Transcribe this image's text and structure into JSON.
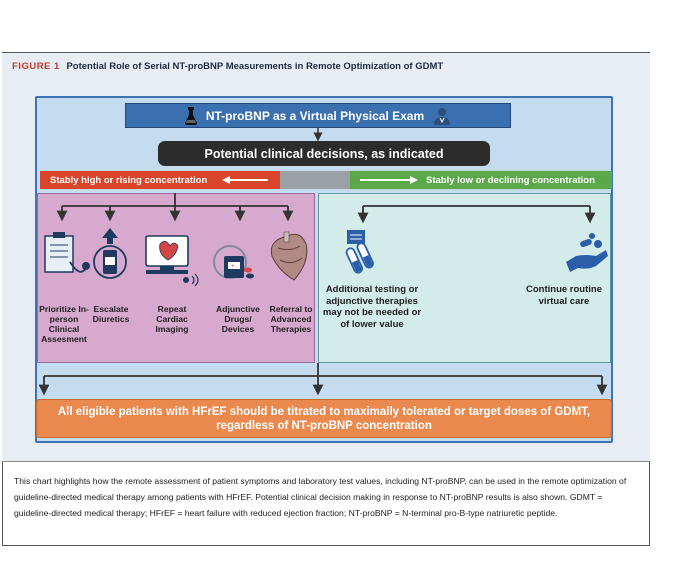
{
  "figure": {
    "label": "FIGURE 1",
    "title": "Potential Role of Serial NT-proBNP Measurements in Remote Optimization of GDMT"
  },
  "banner": {
    "text": "NT-proBNP as a Virtual Physical Exam"
  },
  "decisions": {
    "text": "Potential clinical decisions, as indicated"
  },
  "bars": {
    "high": "Stably high or rising concentration",
    "low": "Stably low or declining concentration"
  },
  "left_actions": [
    {
      "label": "Prioritize In-person Clinical Assesment",
      "icon": "clipboard-stethoscope-icon"
    },
    {
      "label": "Escalate Diuretics",
      "icon": "pill-bottle-up-icon"
    },
    {
      "label": "Repeat Cardiac Imaging",
      "icon": "echo-monitor-icon"
    },
    {
      "label": "Adjunctive Drugs/ Devices",
      "icon": "device-pills-icon"
    },
    {
      "label": "Referral to Advanced Therapies",
      "icon": "heart-pump-icon"
    }
  ],
  "right_actions": [
    {
      "label": "Additional testing or adjunctive therapies may not be needed or of lower value",
      "icon": "test-tubes-icon"
    },
    {
      "label": "Continue routine virtual care",
      "icon": "hand-pills-icon"
    }
  ],
  "bottom": {
    "text": "All eligible patients with HFrEF should be titrated to maximally tolerated or target doses of GDMT, regardless of  NT-proBNP concentration"
  },
  "caption": "This chart highlights how the remote assessment of patient symptoms and laboratory test values, including NT-proBNP, can be used in the remote optimization of guideline-directed medical therapy among patients with HFrEF. Potential clinical decision making in response to NT-proBNP results is also shown. GDMT = guideline-directed medical therapy; HFrEF = heart failure with reduced ejection fraction; NT-proBNP = N-terminal pro-B-type natriuretic peptide.",
  "colors": {
    "panel": "#c5dcf0",
    "banner": "#3a70b0",
    "red": "#d8452b",
    "green": "#5ba84a",
    "pink": "#d8a9cf",
    "teal": "#d3ecea",
    "orange": "#e9894e"
  }
}
